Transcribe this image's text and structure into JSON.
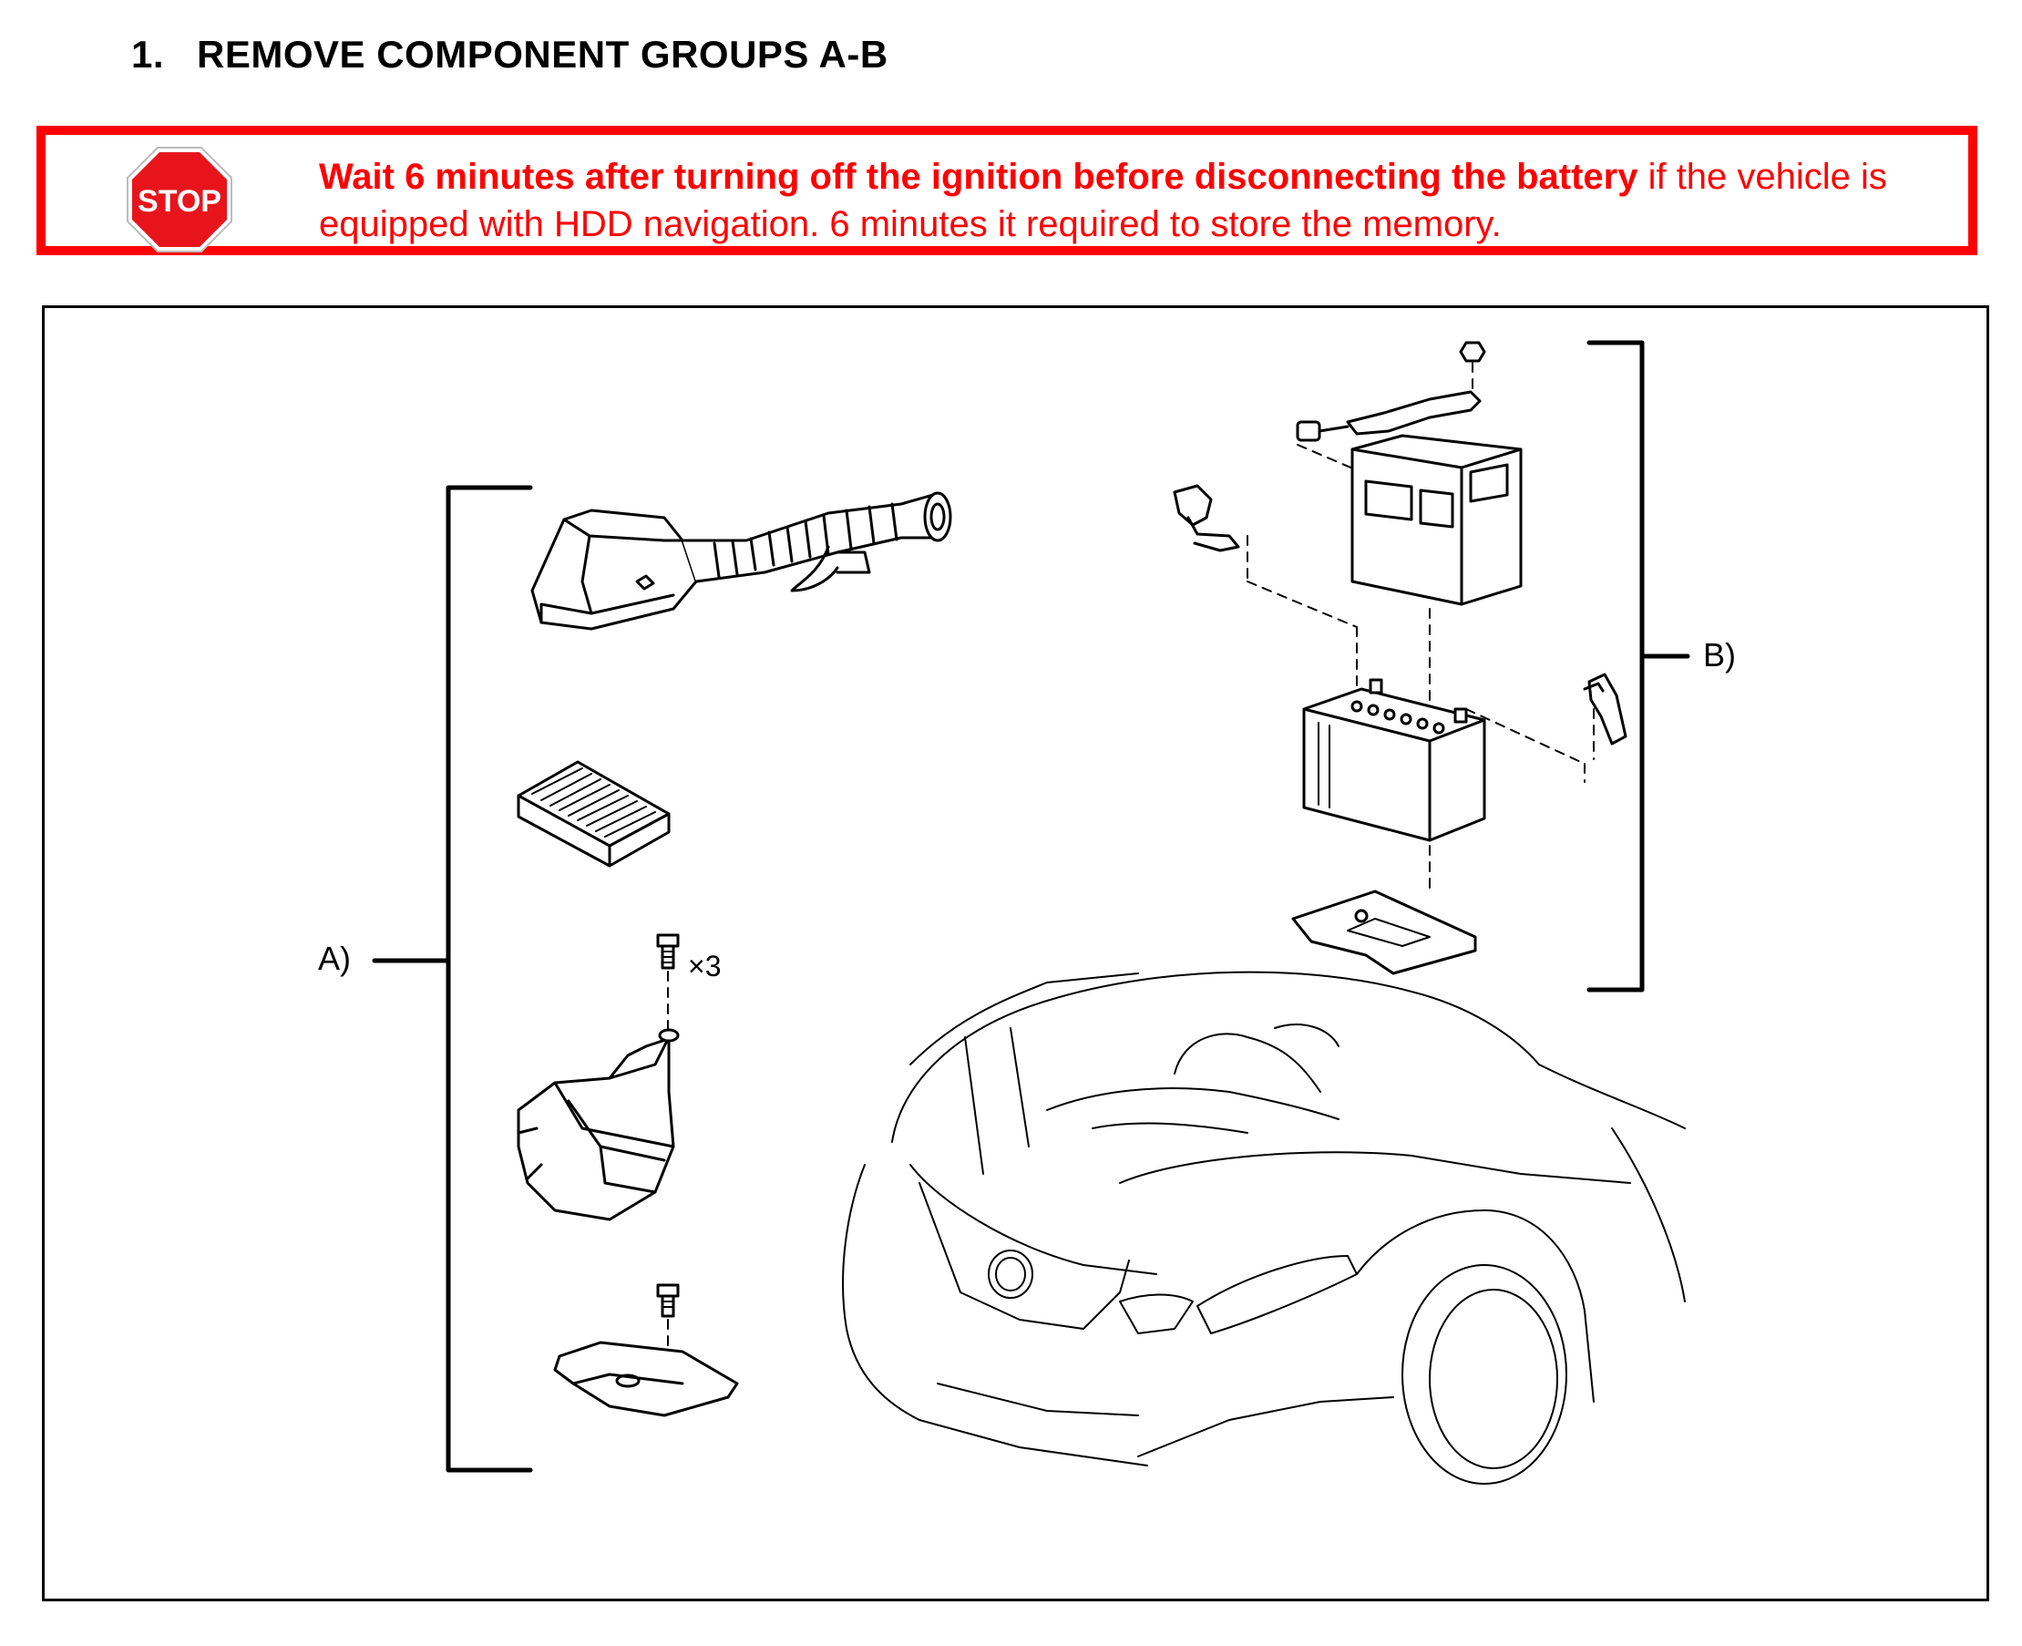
{
  "step": {
    "number": "1.",
    "title": "REMOVE COMPONENT GROUPS A-B"
  },
  "warning": {
    "icon": "stop-sign-icon",
    "icon_text": "STOP",
    "bold_text": "Wait 6 minutes after turning off the ignition before disconnecting the battery",
    "normal_text": " if the vehicle is equipped with HDD navigation.  6 minutes it required to store the memory.",
    "color": "#ff0000"
  },
  "figure": {
    "group_a_label": "A)",
    "group_b_label": "B)",
    "bolt_count_label": "×3"
  }
}
